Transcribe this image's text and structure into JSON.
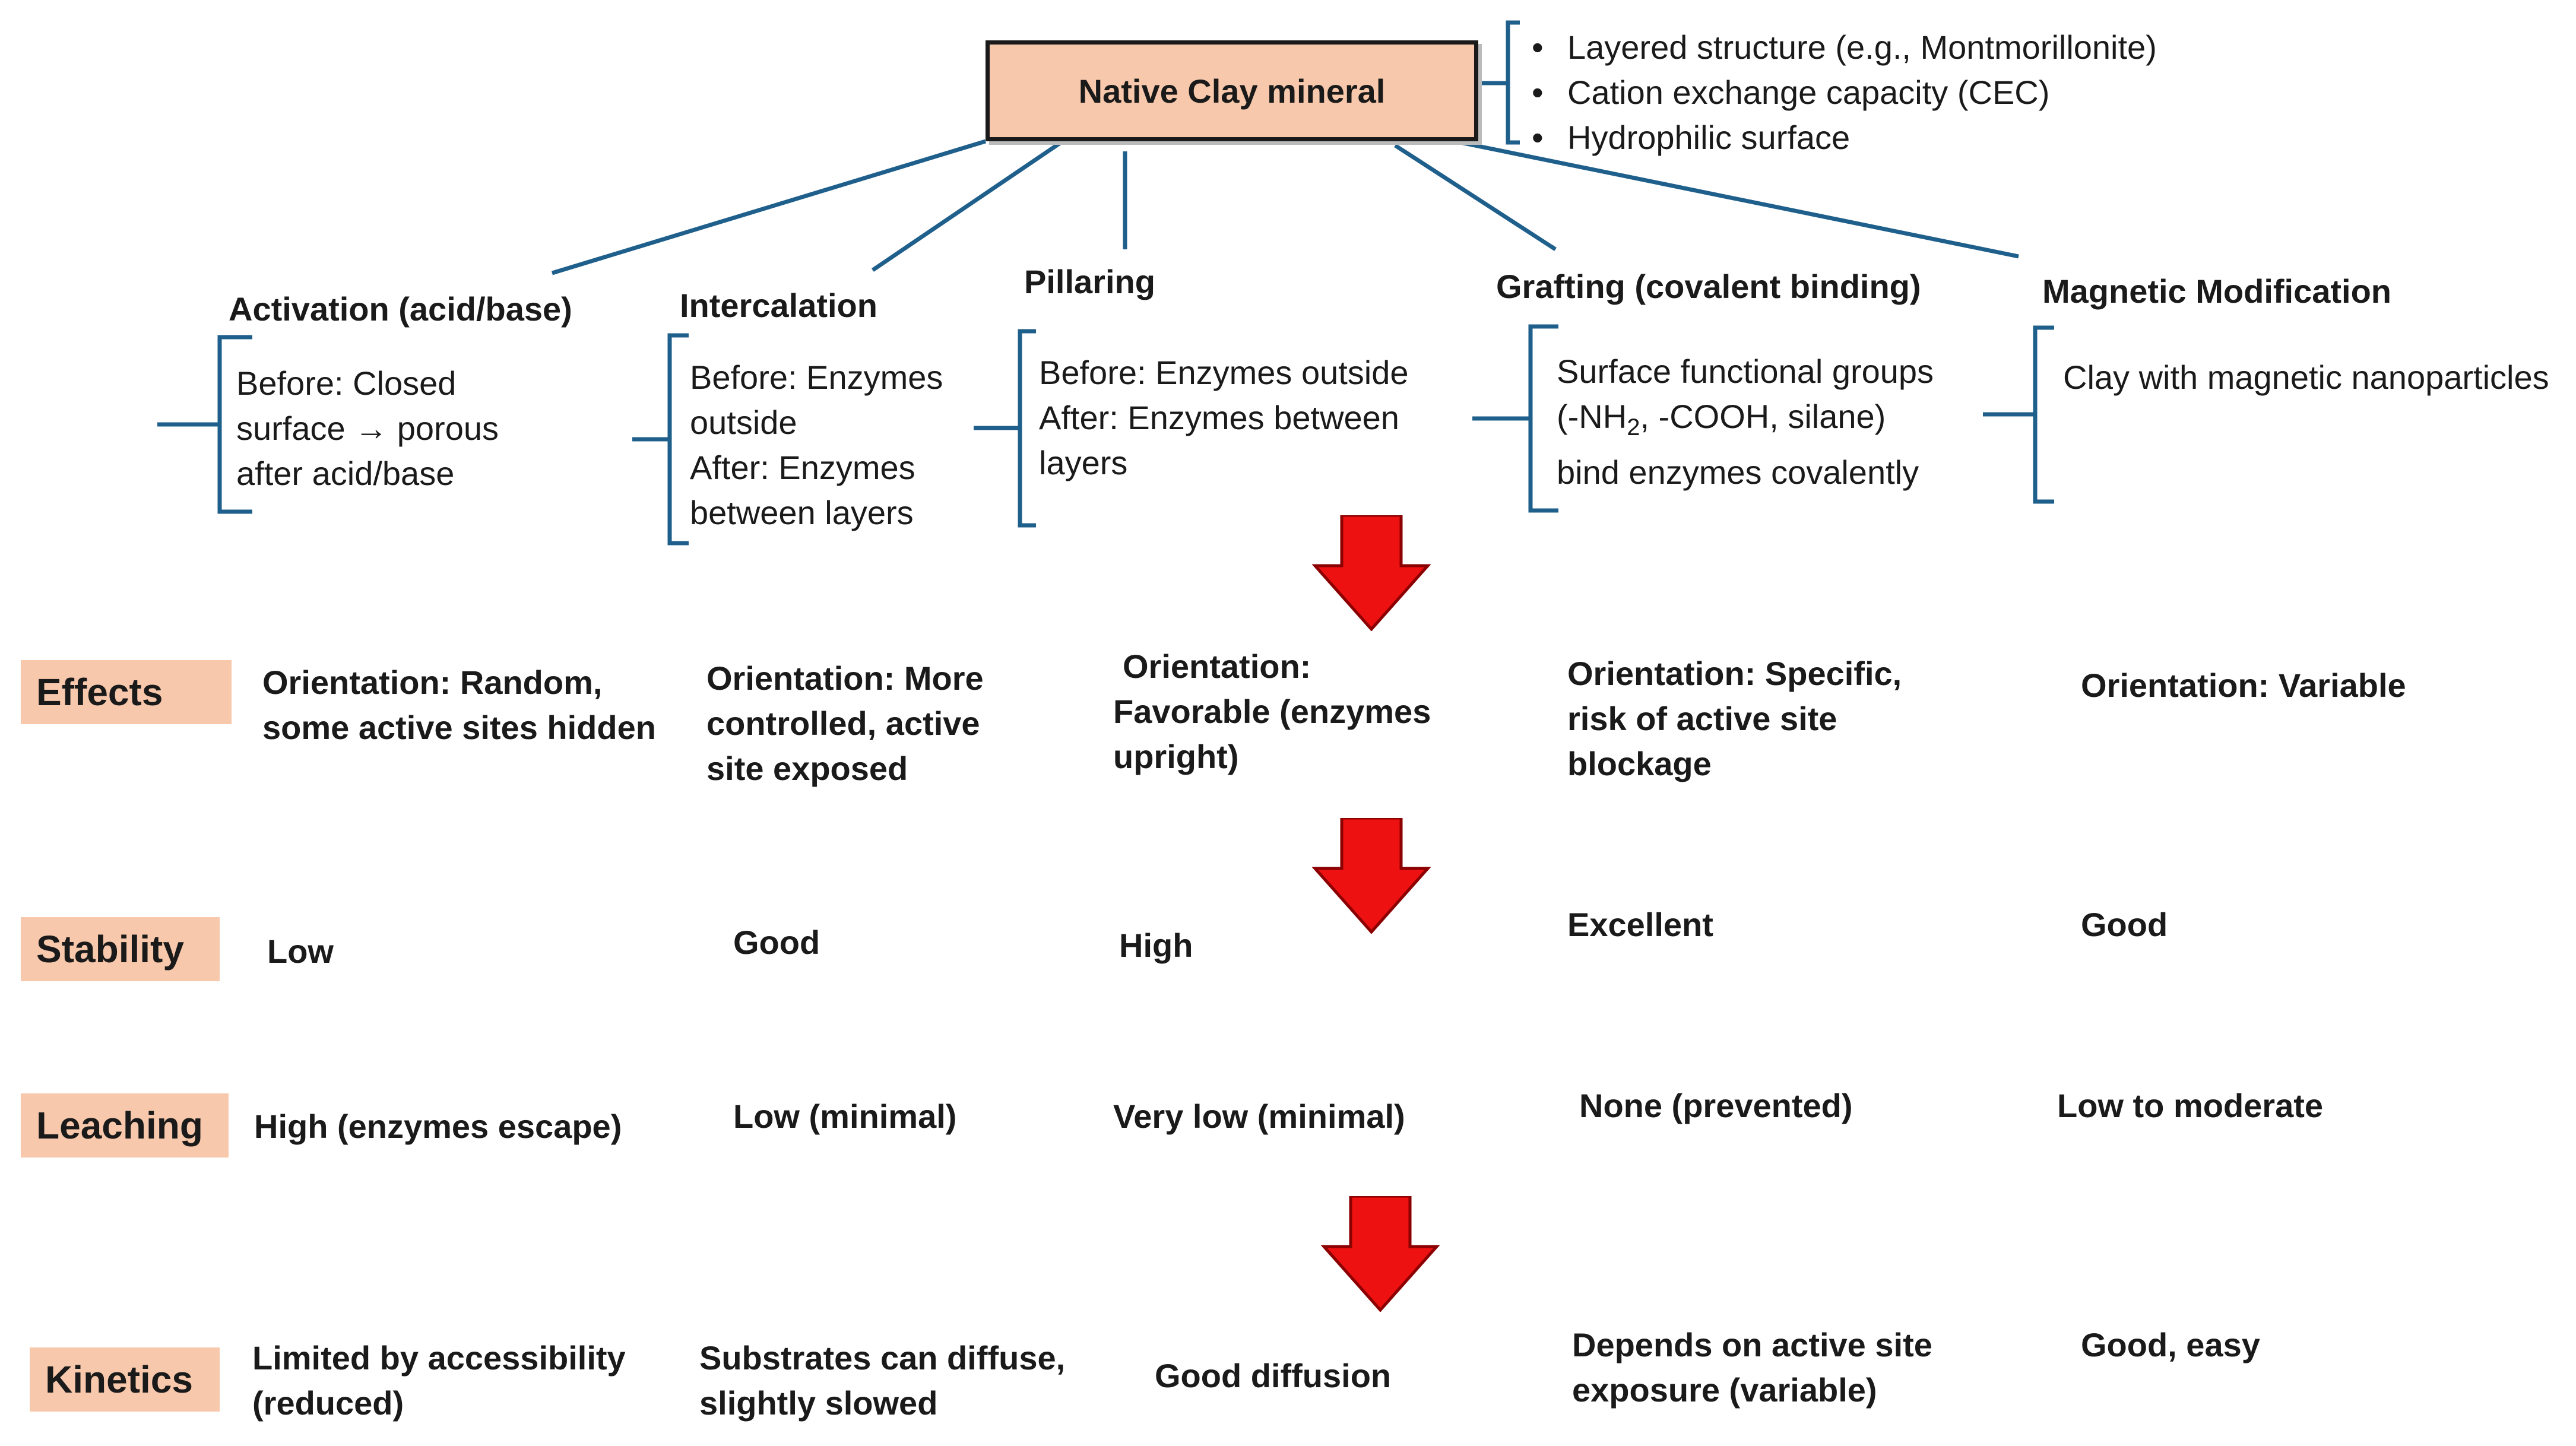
{
  "root": {
    "title": "Native Clay mineral"
  },
  "properties": [
    "Layered structure (e.g., Montmorillonite)",
    "Cation exchange capacity (CEC)",
    "Hydrophilic surface"
  ],
  "methods": [
    {
      "title": "Activation (acid/base)",
      "lines": [
        "Before: Closed",
        "surface → porous",
        "after acid/base"
      ]
    },
    {
      "title": "Intercalation",
      "lines": [
        "Before: Enzymes",
        "outside",
        "After: Enzymes",
        "between layers"
      ]
    },
    {
      "title": "Pillaring",
      "lines": [
        "Before: Enzymes outside",
        "After: Enzymes between",
        "layers"
      ]
    },
    {
      "title": "Grafting (covalent binding)",
      "lines": [
        "Surface functional groups",
        "(-NH",
        "2",
        ", -COOH, silane)",
        "bind enzymes covalently"
      ]
    },
    {
      "title": "Magnetic Modification",
      "lines": [
        "Clay with magnetic nanoparticles"
      ]
    }
  ],
  "rows": [
    {
      "label": "Effects",
      "cells": [
        [
          "Orientation: Random,",
          "some active sites hidden"
        ],
        [
          "Orientation: More",
          "controlled, active",
          "site exposed"
        ],
        [
          "Orientation:",
          "Favorable (enzymes",
          "upright)"
        ],
        [
          "Orientation: Specific,",
          "risk of active site",
          "blockage"
        ],
        [
          "Orientation: Variable"
        ]
      ]
    },
    {
      "label": "Stability",
      "cells": [
        [
          "Low"
        ],
        [
          "Good"
        ],
        [
          "High"
        ],
        [
          "Excellent"
        ],
        [
          "Good"
        ]
      ]
    },
    {
      "label": "Leaching",
      "cells": [
        [
          "High (enzymes escape)"
        ],
        [
          "Low (minimal)"
        ],
        [
          "Very low (minimal)"
        ],
        [
          "None (prevented)"
        ],
        [
          "Low to moderate"
        ]
      ]
    },
    {
      "label": "Kinetics",
      "cells": [
        [
          "Limited by accessibility",
          "(reduced)"
        ],
        [
          "Substrates can diffuse,",
          "slightly slowed"
        ],
        [
          "Good diffusion"
        ],
        [
          "Depends on active site",
          "exposure (variable)"
        ],
        [
          "Good, easy"
        ]
      ]
    }
  ],
  "colors": {
    "box_fill": "#f7c8ab",
    "connector": "#1f5f8b",
    "arrow_fill": "#ee1111",
    "arrow_stroke": "#8b0000"
  }
}
